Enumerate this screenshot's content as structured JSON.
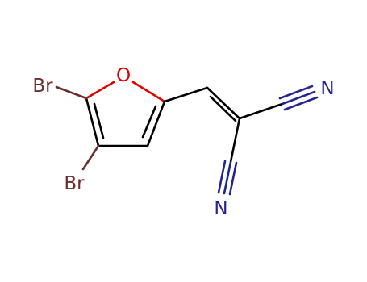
{
  "atoms": {
    "oxygen": {
      "symbol": "O",
      "color": "#e00000"
    },
    "bromine_top": {
      "symbol": "Br",
      "color": "#6b2e2e"
    },
    "bromine_bottom": {
      "symbol": "Br",
      "color": "#6b2e2e"
    },
    "nitrogen_right": {
      "symbol": "N",
      "color": "#24248f"
    },
    "nitrogen_bottom": {
      "symbol": "N",
      "color": "#24248f"
    }
  },
  "colors": {
    "bond": "#000000",
    "nitrile_bond": "#24248f",
    "oxygen_bond": "#e00000",
    "bromine_bond": "#6b2e2e"
  }
}
